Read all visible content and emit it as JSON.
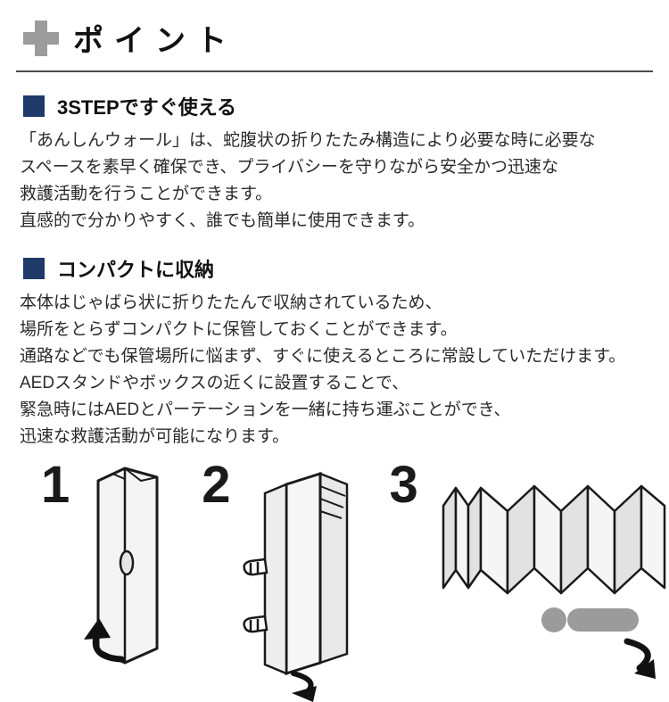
{
  "page_title": "ポイント",
  "sections": [
    {
      "heading": "3STEPですぐ使える",
      "lines": [
        "「あんしんウォール」は、蛇腹状の折りたたみ構造により必要な時に必要な",
        "スペースを素早く確保でき、プライバシーを守りながら安全かつ迅速な",
        "救護活動を行うことができます。",
        "直感的で分かりやすく、誰でも簡単に使用できます。"
      ]
    },
    {
      "heading": "コンパクトに収納",
      "lines": [
        "本体はじゃばら状に折りたたんで収納されているため、",
        "場所をとらずコンパクトに保管しておくことができます。",
        "通路などでも保管場所に悩まず、すぐに使えるところに常設していただけます。",
        "AEDスタンドやボックスの近くに設置することで、",
        "緊急時にはAEDとパーテーションを一緒に持ち運ぶことができ、",
        "迅速な救護活動が可能になります。"
      ]
    }
  ],
  "steps": [
    {
      "number": "1"
    },
    {
      "number": "2"
    },
    {
      "number": "3"
    }
  ],
  "icons": {
    "header_icon": "plus-icon",
    "section_marker": "blue-square"
  },
  "colors": {
    "section_square": "#1d3a69",
    "plus_gray": "#9c9c9c",
    "text": "#2b2b2b",
    "person_gray": "#9b9b9b"
  }
}
